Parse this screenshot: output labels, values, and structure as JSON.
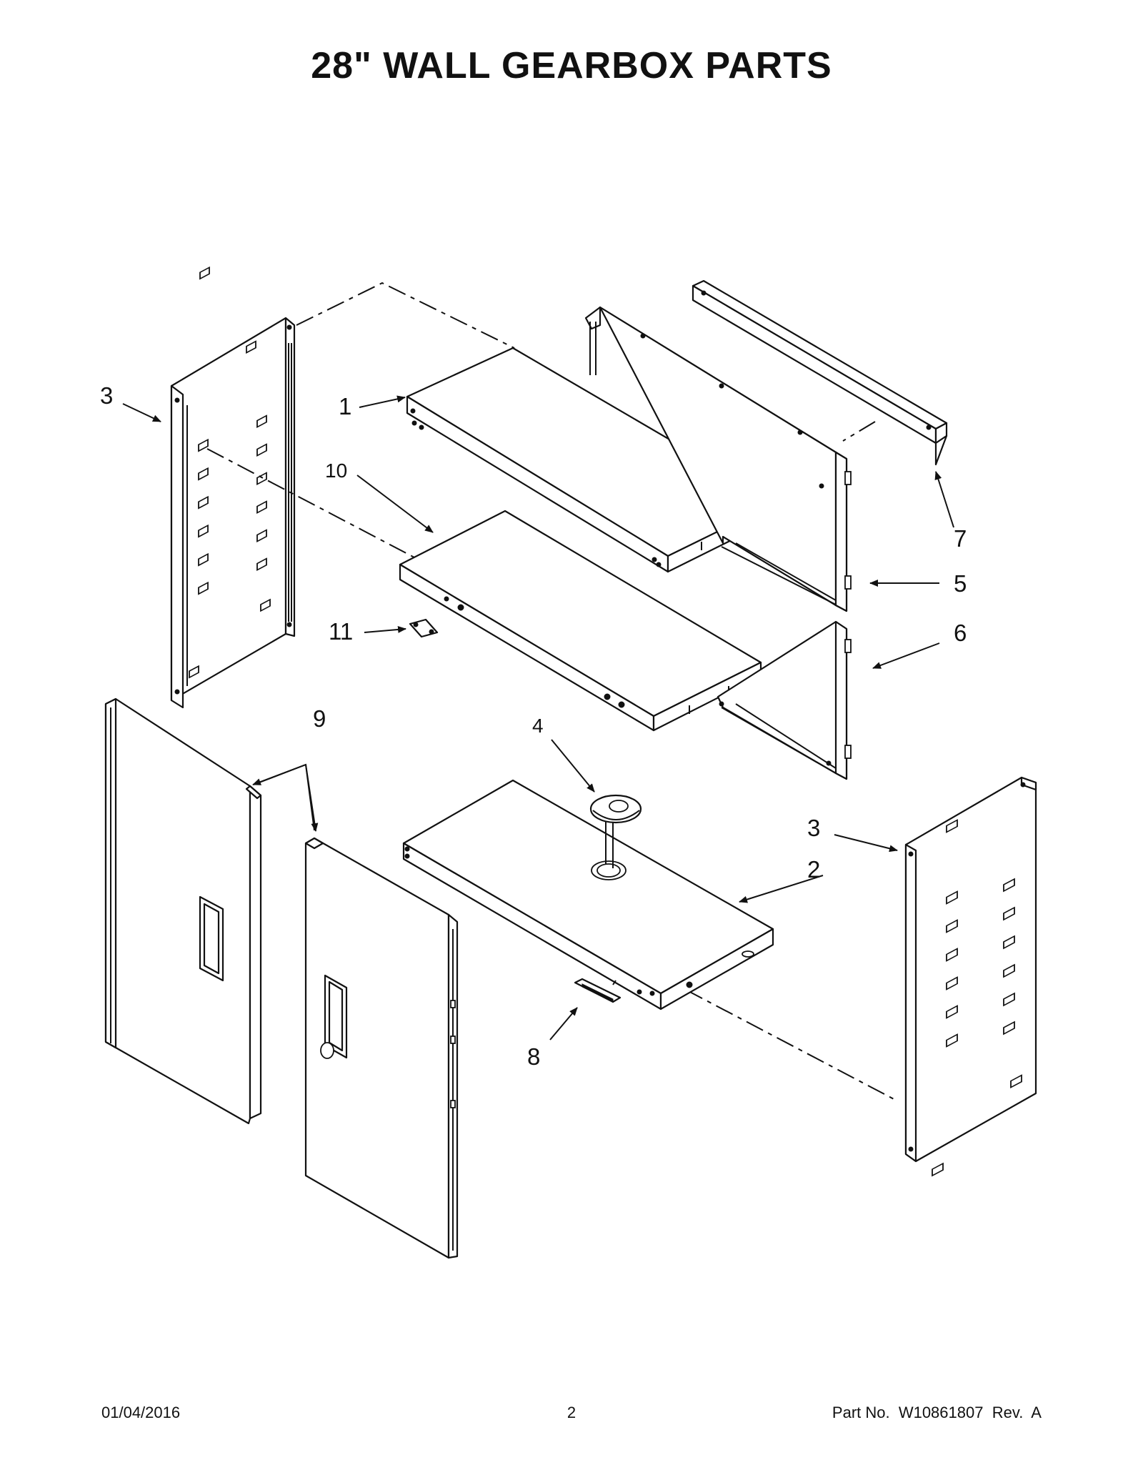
{
  "title": "28\" WALL GEARBOX PARTS",
  "callouts": {
    "c1": "1",
    "c2": "2",
    "c3_left": "3",
    "c3_right": "3",
    "c4": "4",
    "c5": "5",
    "c6": "6",
    "c7": "7",
    "c8": "8",
    "c9": "9",
    "c10": "10",
    "c11": "11"
  },
  "footer": {
    "date": "01/04/2016",
    "page": "2",
    "part_no": "Part No.  W10861807  Rev.  A"
  }
}
